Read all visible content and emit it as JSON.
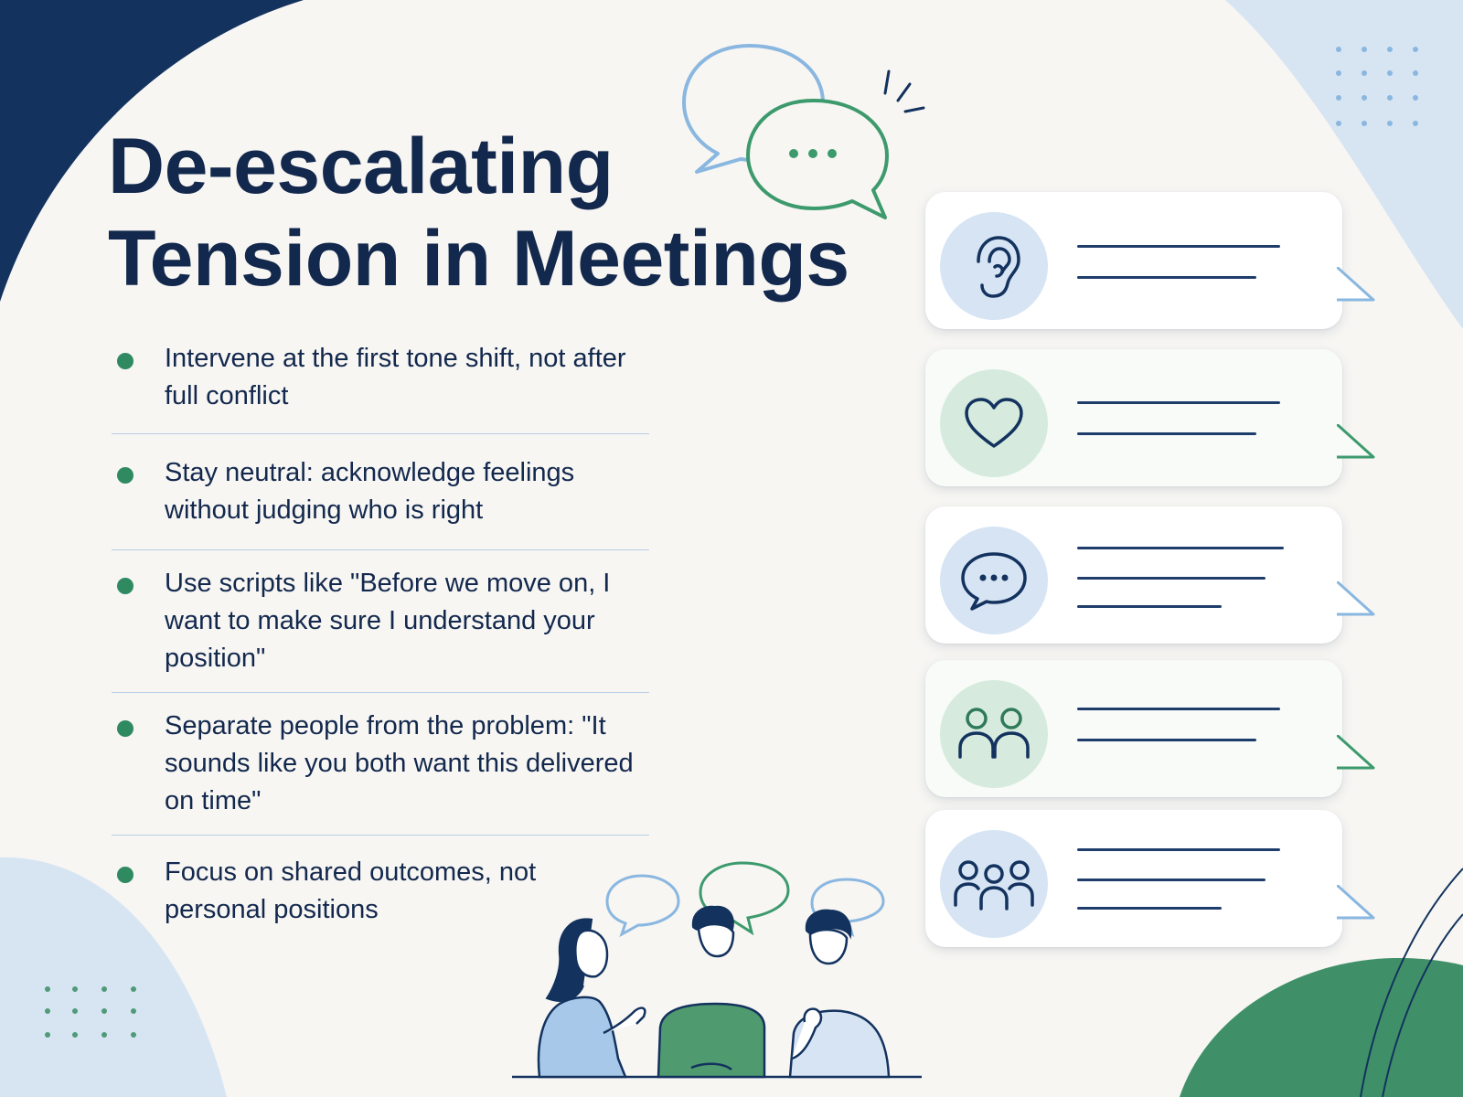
{
  "title": {
    "line1": "De-escalating",
    "line2": "Tension in Meetings"
  },
  "bullets": [
    {
      "text": "Intervene at the first tone shift, not after full conflict"
    },
    {
      "text": "Stay neutral: acknowledge feelings without judging who is right"
    },
    {
      "text": "Use scripts like \"Before we move on, I want to make sure I understand your position\""
    },
    {
      "text": "Separate people from the problem: \"It sounds like you both want this delivered on time\""
    },
    {
      "text": "Focus on shared outcomes, not personal positions"
    }
  ],
  "cards": [
    {
      "icon": "ear-icon"
    },
    {
      "icon": "heart-icon"
    },
    {
      "icon": "chat-bubble-icon"
    },
    {
      "icon": "two-people-icon"
    },
    {
      "icon": "group-icon"
    }
  ],
  "colors": {
    "navy": "#13284d",
    "green": "#2f8a61",
    "light_blue": "#8ab7e0",
    "background": "#f7f6f3"
  }
}
